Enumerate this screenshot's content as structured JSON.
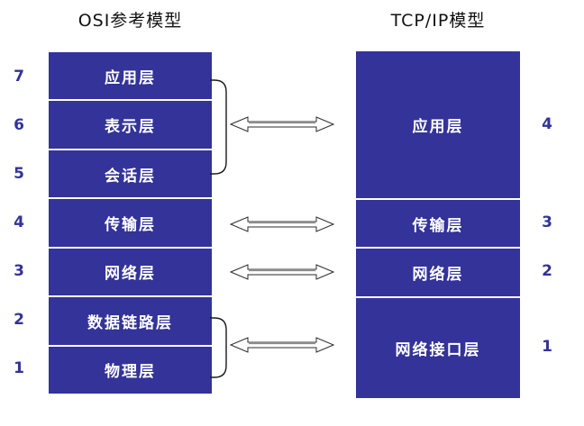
{
  "titles": {
    "osi": "OSI参考模型",
    "tcpip": "TCP/IP模型"
  },
  "osi_layers": [
    {
      "num": "7",
      "label": "应用层"
    },
    {
      "num": "6",
      "label": "表示层"
    },
    {
      "num": "5",
      "label": "会话层"
    },
    {
      "num": "4",
      "label": "传输层"
    },
    {
      "num": "3",
      "label": "网络层"
    },
    {
      "num": "2",
      "label": "数据链路层"
    },
    {
      "num": "1",
      "label": "物理层"
    }
  ],
  "tcpip_layers": [
    {
      "num": "4",
      "label": "应用层"
    },
    {
      "num": "3",
      "label": "传输层"
    },
    {
      "num": "2",
      "label": "网络层"
    },
    {
      "num": "1",
      "label": "网络接口层"
    }
  ],
  "colors": {
    "layer_box": "#333399",
    "layer_text": "#ffffff",
    "divider": "#ffffff",
    "number_text": "#333399",
    "title_text": "#111111",
    "arrow_fill": "#ffffff",
    "arrow_outline": "#2b2b2b",
    "arrow_shadow": "#8c8c8c",
    "bracket_stroke": "#1a1a1a",
    "background": "#ffffff"
  }
}
